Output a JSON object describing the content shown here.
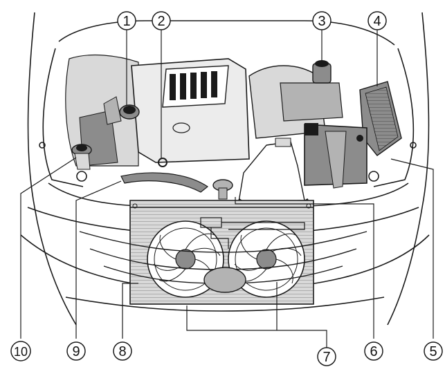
{
  "callouts": [
    {
      "id": "c1",
      "label": "1"
    },
    {
      "id": "c2",
      "label": "2"
    },
    {
      "id": "c3",
      "label": "3"
    },
    {
      "id": "c4",
      "label": "4"
    },
    {
      "id": "c5",
      "label": "5"
    },
    {
      "id": "c6",
      "label": "6"
    },
    {
      "id": "c7",
      "label": "7"
    },
    {
      "id": "c8",
      "label": "8"
    },
    {
      "id": "c9",
      "label": "9"
    },
    {
      "id": "c10",
      "label": "10"
    }
  ],
  "colors": {
    "line": "#1a1a1a",
    "shade_dark": "#8c8c8c",
    "shade_mid": "#b3b3b3",
    "shade_light": "#d9d9d9",
    "background": "#ffffff"
  }
}
